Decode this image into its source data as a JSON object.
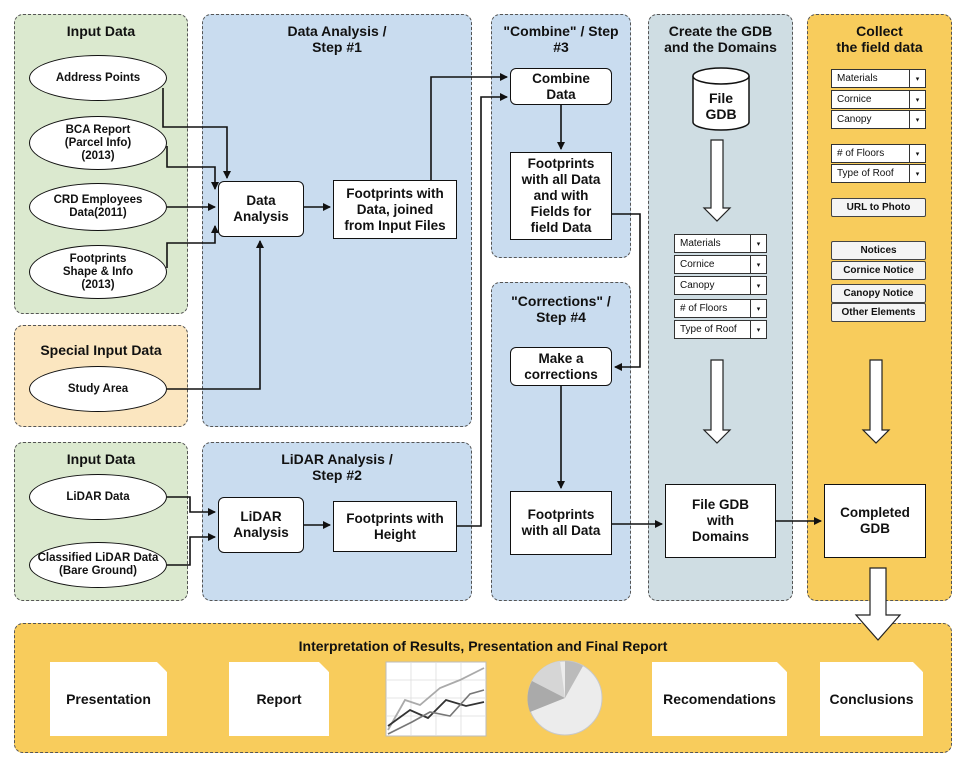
{
  "panels": {
    "input1": "Input Data",
    "special": "Special Input Data",
    "input2": "Input Data",
    "analysis1": "Data Analysis /\nStep #1",
    "lidar": "LiDAR Analysis /\nStep #2",
    "combine": "\"Combine\" / Step\n#3",
    "corrections": "\"Corrections\" /\nStep #4",
    "gdb": "Create the GDB\nand the Domains",
    "collect": "Collect\nthe field data",
    "final": "Interpretation of Results, Presentation and Final Report"
  },
  "ellipses": {
    "address": "Address Points",
    "bca": "BCA Report\n(Parcel Info)\n(2013)",
    "crd": "CRD Employees\nData(2011)",
    "footprints": "Footprints\nShape & Info\n(2013)",
    "study": "Study Area",
    "lidar_data": "LiDAR Data",
    "classified": "Classified LiDAR Data\n(Bare Ground)"
  },
  "boxes": {
    "data_analysis": "Data\nAnalysis",
    "footprints_joined": "Footprints with\nData, joined\nfrom Input Files",
    "lidar_analysis": "LiDAR\nAnalysis",
    "footprints_height": "Footprints with\nHeight",
    "combine_data": "Combine\nData",
    "footprints_fields": "Footprints\nwith all Data\nand with\nFields for\nfield Data",
    "make_corrections": "Make a\ncorrections",
    "footprints_all": "Footprints\nwith all Data",
    "file_gdb_domains": "File GDB\nwith\nDomains",
    "completed_gdb": "Completed\nGDB",
    "file_gdb": "File\nGDB"
  },
  "dropdowns_gdb": [
    "Materials",
    "Cornice",
    "Canopy",
    "# of Floors",
    "Type of Roof"
  ],
  "dropdowns_collect": [
    "Materials",
    "Cornice",
    "Canopy",
    "# of Floors",
    "Type of Roof"
  ],
  "dropdown_arrow": "▾",
  "buttons_collect": {
    "url": "URL to Photo",
    "notices": "Notices",
    "cornice": "Cornice Notice",
    "canopy": "Canopy Notice",
    "other": "Other Elements"
  },
  "final_items": {
    "presentation": "Presentation",
    "report": "Report",
    "recomendations": "Recomendations",
    "conclusions": "Conclusions"
  },
  "icons": [
    "database-cylinder-icon",
    "line-chart-icon",
    "pie-chart-icon",
    "hollow-down-arrow-icon"
  ],
  "colors": {
    "input_green": "#dbe9cf",
    "special_yellow": "#fbe6c0",
    "analysis_blue": "#c9dcef",
    "gdb_gray": "#cfdde3",
    "collect_gold": "#f8cc5c"
  }
}
